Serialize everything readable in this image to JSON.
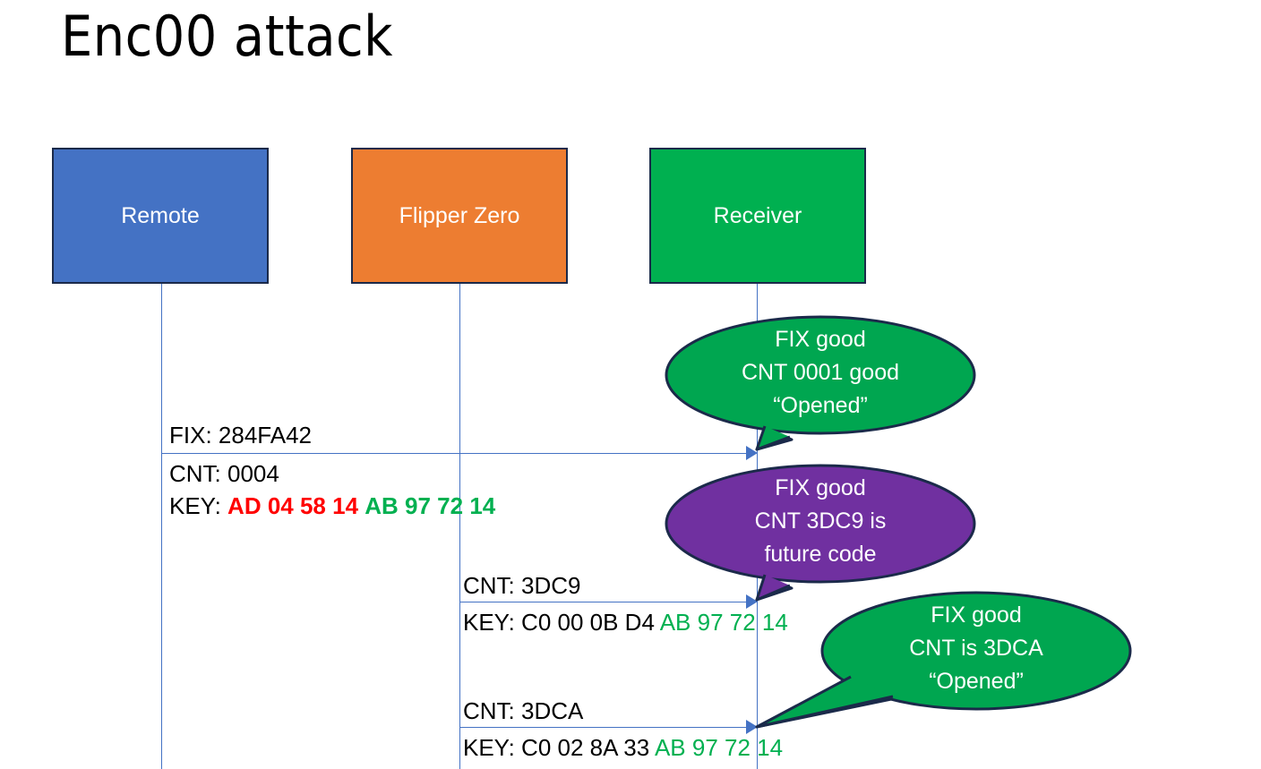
{
  "slide": {
    "title": "Enc00 attack",
    "background": "#ffffff"
  },
  "colors": {
    "remote": "#4472C4",
    "flipper": "#ED7D31",
    "receiver": "#00B050",
    "bubble_green": "#00A650",
    "bubble_purple": "#7030A0",
    "outline": "#1B2A4A",
    "arrow": "#4472C4",
    "key_red": "#FF0000",
    "key_green": "#00B050"
  },
  "actors": [
    {
      "id": "remote",
      "label": "Remote",
      "color": "#4472C4"
    },
    {
      "id": "flipper",
      "label": "Flipper Zero",
      "color": "#ED7D31"
    },
    {
      "id": "receiver",
      "label": "Receiver",
      "color": "#00B050"
    }
  ],
  "messages": [
    {
      "id": "msg1",
      "from": "remote",
      "to": "receiver",
      "line1": "FIX: 284FA42",
      "line2": "CNT: 0004",
      "key_label": "KEY: ",
      "key_red": "AD 04 58 14",
      "key_green": "AB 97 72 14"
    },
    {
      "id": "msg2",
      "from": "flipper",
      "to": "receiver",
      "line1": "CNT: 3DC9",
      "key_label": "KEY: ",
      "key_black": "C0 00 0B D4",
      "key_green": "AB 97 72 14"
    },
    {
      "id": "msg3",
      "from": "flipper",
      "to": "receiver",
      "line1": "CNT: 3DCA",
      "key_label": "KEY: ",
      "key_black": "C0 02 8A 33",
      "key_green": "AB 97 72 14"
    }
  ],
  "bubbles": [
    {
      "id": "bubble1",
      "color": "#00A650",
      "lines": [
        "FIX good",
        "CNT 0001 good",
        "“Opened”"
      ]
    },
    {
      "id": "bubble2",
      "color": "#7030A0",
      "lines": [
        "FIX good",
        "CNT 3DC9 is",
        "future code"
      ]
    },
    {
      "id": "bubble3",
      "color": "#00A650",
      "lines": [
        "FIX good",
        "CNT is 3DCA",
        "“Opened”"
      ]
    }
  ]
}
